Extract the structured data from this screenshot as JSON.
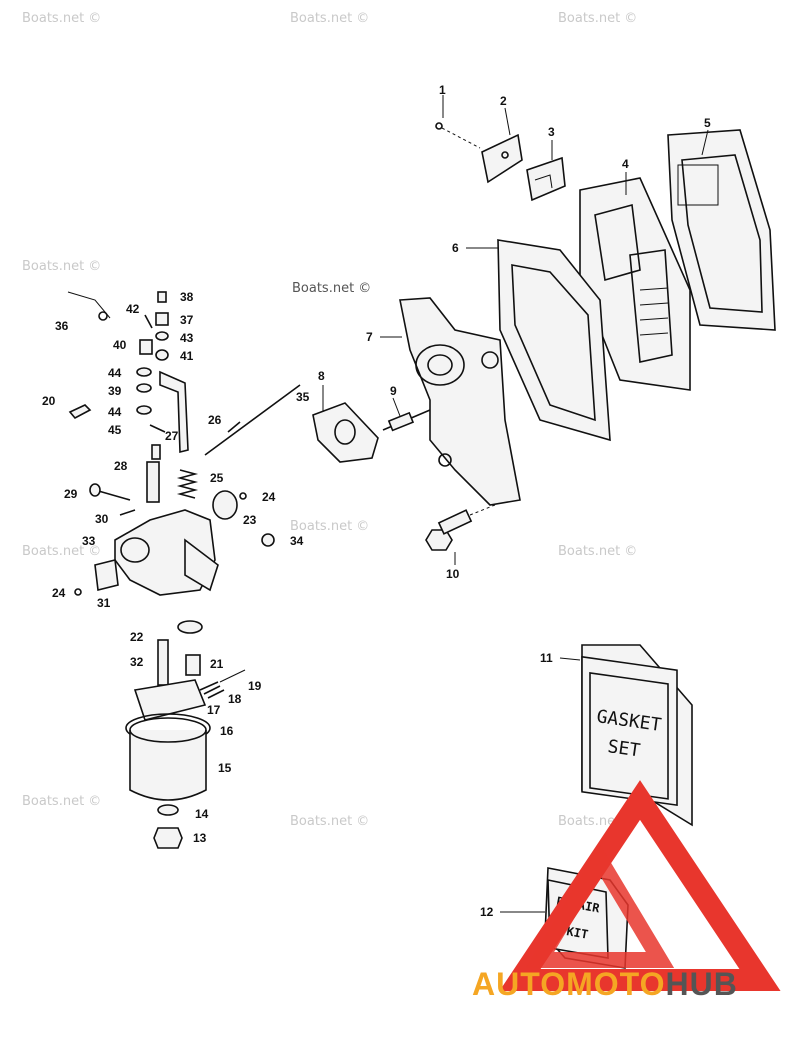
{
  "watermark_text": "Boats.net ©",
  "logo": {
    "text_a": "AUTOMOTO",
    "text_b": "HUB",
    "color_a": "#f5a623",
    "color_b": "#555555",
    "triangle_color": "#e8362d"
  },
  "gasket_box_text": {
    "line1": "GASKET",
    "line2": "SET"
  },
  "repair_kit_text": {
    "line1": "REPAIR",
    "line2": "KIT"
  },
  "callouts": [
    "1",
    "2",
    "3",
    "4",
    "5",
    "6",
    "7",
    "8",
    "9",
    "10",
    "11",
    "12",
    "13",
    "14",
    "15",
    "16",
    "17",
    "18",
    "19",
    "20",
    "21",
    "22",
    "23",
    "24",
    "24",
    "25",
    "26",
    "27",
    "28",
    "29",
    "30",
    "31",
    "32",
    "33",
    "34",
    "35",
    "36",
    "37",
    "38",
    "39",
    "40",
    "41",
    "42",
    "43",
    "44",
    "44",
    "45"
  ]
}
